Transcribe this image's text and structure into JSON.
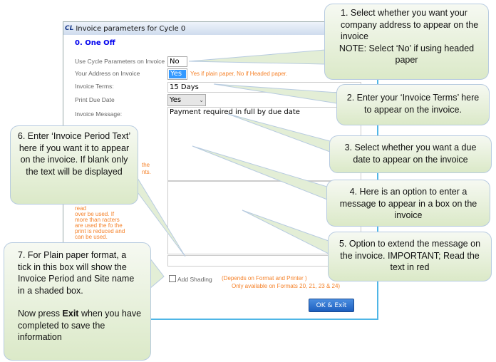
{
  "dialog": {
    "title": "Invoice parameters for Cycle 0",
    "logo": "CL",
    "cycle_name": "0. One Off",
    "labels": {
      "use_cycle": "Use Cycle Parameters on Invoice",
      "address": "Your Address on Invoice",
      "terms": "Invoice Terms:",
      "due_date": "Print Due Date",
      "message": "Invoice Message:"
    },
    "values": {
      "use_cycle": "No",
      "address": "Yes",
      "terms": "15 Days",
      "due_date": "Yes",
      "message": "Payment required in full by due date",
      "message_ext": "",
      "period_text": ""
    },
    "address_hint": "Yes if plain paper,  No if Headed paper.",
    "hidden_hint_1": [
      "the",
      "nts."
    ],
    "hidden_hint_2": [
      "read",
      "over        be used. If",
      "more than       racters",
      "are used the fo        the",
      "print is reduced and",
      "can be used."
    ],
    "shading_label": "Add Shading",
    "shading_checked": false,
    "shading_note_1": "(Depends on Format and Printer )",
    "shading_note_2": "Only available  on Formats 20, 21, 23 & 24)",
    "ok_button": "OK & Exit"
  },
  "callouts": [
    {
      "text": "1.    Select whether you want your company address to appear on the invoice",
      " note": "",
      "extra": "NOTE: Select ‘No’ if using headed paper"
    },
    {
      "text": "2.    Enter your ‘Invoice Terms’ here to appear on the invoice."
    },
    {
      "text": "3.    Select whether you want a due date to appear on the invoice"
    },
    {
      "text": "4.    Here is an option to enter a message to appear in a box on the invoice"
    },
    {
      "text": "5.    Option to extend the message on the invoice. IMPORTANT; Read the text in red"
    },
    {
      "text": "6.    Enter ‘Invoice Period Text’ here if you want it to appear on the invoice. If blank only the text will be displayed"
    },
    {
      "text": "7.    For Plain paper format, a tick in this box will show the Invoice Period and Site name in a shaded box.",
      "now": "Now press ",
      "exit": "Exit",
      "rest": " when you have completed to save the information"
    }
  ],
  "colors": {
    "callout_fill": "#e3eed6",
    "accent_blue": "#1d5fbf",
    "hint_orange": "#f5822a",
    "title_blue": "#0000ee"
  }
}
